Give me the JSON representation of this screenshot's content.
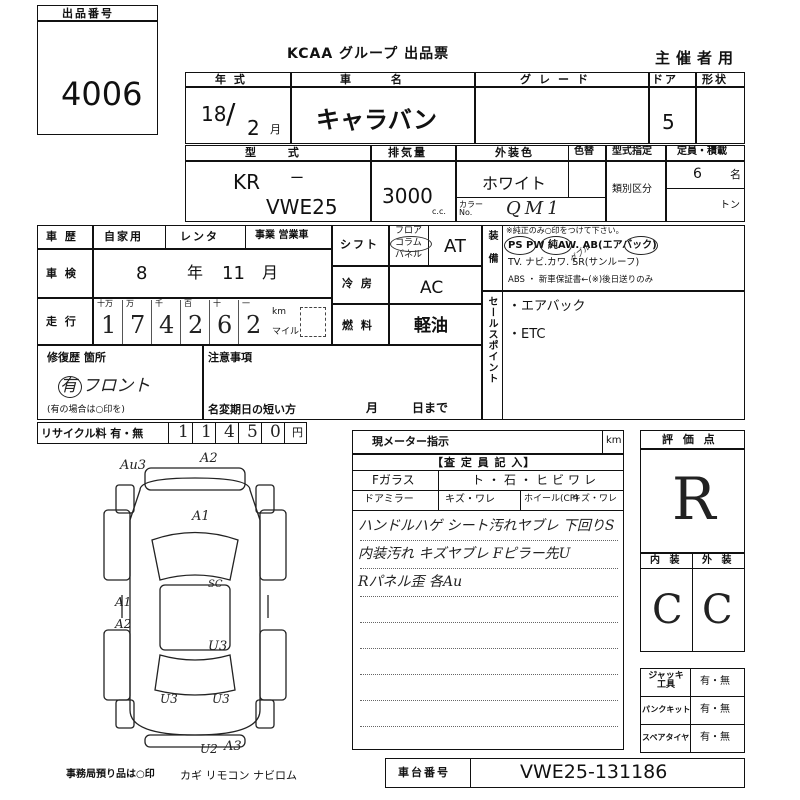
{
  "header": {
    "lot_label": "出品番号",
    "lot_number": "4006",
    "title": "KCAA グループ 出品票",
    "organizer": "主催者用"
  },
  "car": {
    "year_label": "年 式",
    "year": "18",
    "month": "2",
    "month_unit": "月",
    "name_label": "車 名",
    "name": "キャラバン",
    "grade_label": "グレード",
    "door_label": "ドア",
    "shape_label": "形状",
    "doors": "5",
    "model_label": "型 式",
    "model_prefix": "KR",
    "model_dash": "ー",
    "model": "VWE25",
    "displacement_label": "排気量",
    "displacement": "3000",
    "cc": "c.c.",
    "exterior_label": "外装色",
    "color_no_label": "色替",
    "exterior": "ホワイト",
    "color_no_prefix": "カラー No.",
    "color_no": "QM1",
    "spec_label": "型式指定",
    "class_label": "類別区分",
    "capacity_label": "定員・積載",
    "capacity": "6",
    "capacity_unit": "名",
    "ton_unit": "トン"
  },
  "usage": {
    "history_label": "車 歴",
    "private": "自家用",
    "rental": "レンタ",
    "business": "事業 営業車",
    "inspection_label": "車 検",
    "inspection_year": "8",
    "year_unit": "年",
    "inspection_month": "11",
    "month_unit": "月",
    "mileage_label": "走 行",
    "digit_headers": [
      "十万",
      "万",
      "千",
      "百",
      "十",
      "一"
    ],
    "mileage_digits": [
      "1",
      "7",
      "4",
      "2",
      "6",
      "2"
    ],
    "km": "km",
    "mile": "マイル",
    "shift_label": "シフト",
    "shift_options": [
      "フロア",
      "コラム",
      "パネル"
    ],
    "shift": "AT",
    "ac_label": "冷 房",
    "ac": "AC",
    "fuel_label": "燃 料",
    "fuel": "軽油"
  },
  "equipment": {
    "label": "装 備",
    "note": "※純正のみ○印をつけて下さい。",
    "line1": "PS PW 純AW. AB(エアバック)",
    "line2": "TV. ナビ.カワ. SR(サンルーフ)",
    "line3": "ABS ・ 新車保証書←(※)後日送りのみ",
    "handwritten_mark": "ダブル"
  },
  "sales_point": {
    "label": "セールスポイント",
    "items": [
      "・エアバック",
      "・ETC"
    ]
  },
  "repair": {
    "label": "修復歴 箇所",
    "value": "有 フロント",
    "note": "(有の場合は○印を)",
    "remarks_label": "注意事項",
    "odometer_note": "名変期日の短い方",
    "month": "月",
    "day": "日まで"
  },
  "recycle": {
    "label": "リサイクル料 有・無",
    "digits": [
      "1",
      "1",
      "4",
      "5",
      "0"
    ],
    "unit": "円"
  },
  "diagram": {
    "marks": [
      "A2",
      "Au3",
      "A1",
      "SC",
      "A1",
      "A2",
      "U3",
      "U3",
      "U3",
      "U2",
      "A3"
    ]
  },
  "inspector": {
    "meter_label": "現メーター指示",
    "meter_unit": "km",
    "header": "【査 定 員 記 入】",
    "f_glass": "Fガラス",
    "glass_opts": "ト・石・ヒビワレ",
    "door_mirror": "ドアミラー",
    "mirror_opts": "キズ・ワレ",
    "wheel": "ホイール(CP)",
    "wheel_opts": "キズ・ワレ",
    "notes": [
      "ハンドルハゲ シート汚れヤブレ 下回りS",
      "内装汚れ キズヤブレ Fピラー先U",
      "Rパネル歪 各Au"
    ]
  },
  "grade": {
    "label": "評 価 点",
    "score": "R",
    "interior_label": "内 装",
    "exterior_label": "外 装",
    "interior": "C",
    "exterior": "C"
  },
  "tools": {
    "jack_label": "ジャッキ 工具",
    "puncture_label": "パンクキット",
    "spare_label": "スペアタイヤ",
    "value": "有・無"
  },
  "footer": {
    "office": "事務局預り品は○印",
    "items": "カギ リモコン ナビロム",
    "chassis_label": "車台番号",
    "chassis": "VWE25-131186"
  }
}
